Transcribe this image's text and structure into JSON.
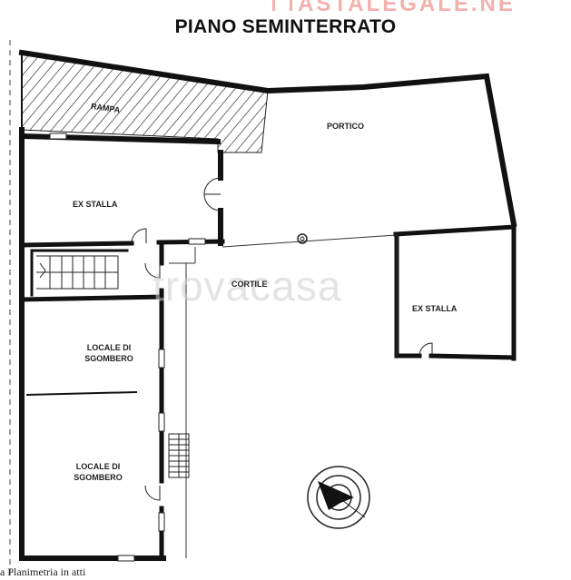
{
  "title": "PIANO SEMINTERRATO",
  "watermark_top": "ASTALEGALE.NE",
  "watermark_center": "trovacasa",
  "rooms": {
    "rampa": "RAMPA",
    "portico": "PORTICO",
    "ex_stalla_left": "EX STALLA",
    "cortile": "CORTILE",
    "ex_stalla_right": "EX STALLA",
    "locale_sgombero_upper": "LOCALE DI\nSGOMBERO",
    "locale_sgombero_lower": "LOCALE DI\nSGOMBERO"
  },
  "footer": "na Planimetria in atti",
  "compass": {
    "icon": "north-arrow-icon"
  }
}
